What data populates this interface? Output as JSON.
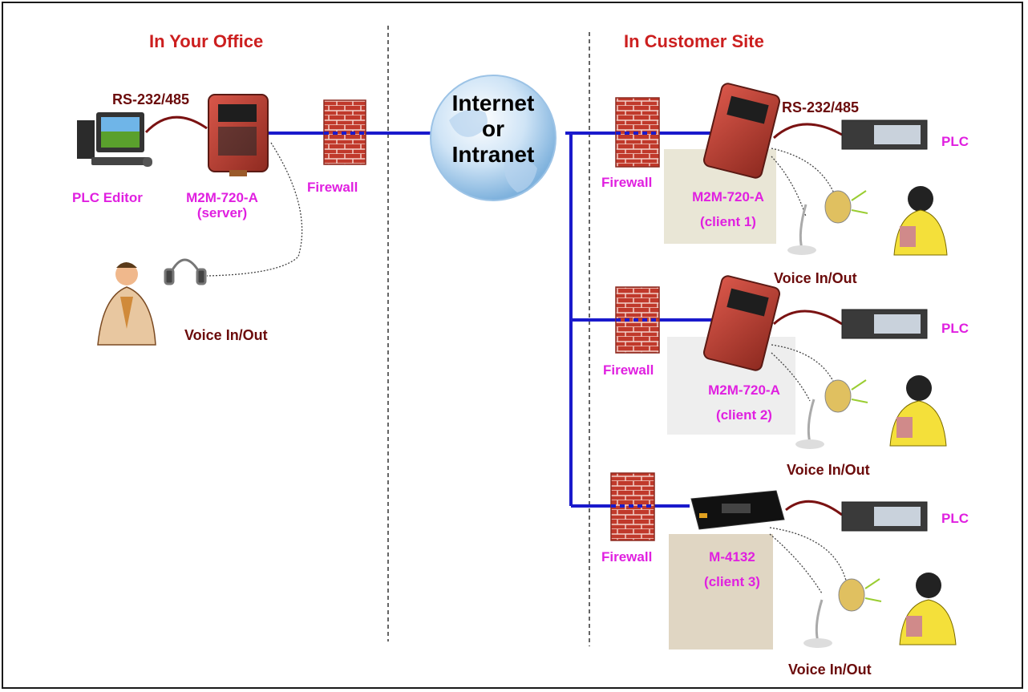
{
  "sections": {
    "office_title": "In Your Office",
    "customer_title": "In Customer Site"
  },
  "network": {
    "line1": "Internet",
    "line2": "or",
    "line3": "Intranet"
  },
  "office": {
    "serial_label": "RS-232/485",
    "pc_label": "PLC Editor",
    "device_line1": "M2M-720-A",
    "device_line2": "(server)",
    "firewall_label": "Firewall",
    "voice_label": "Voice In/Out"
  },
  "site": {
    "serial_label": "RS-232/485",
    "clients": [
      {
        "firewall_label": "Firewall",
        "device_line1": "M2M-720-A",
        "device_line2": "(client 1)",
        "plc_label": "PLC",
        "voice_label": "Voice In/Out"
      },
      {
        "firewall_label": "Firewall",
        "device_line1": "M2M-720-A",
        "device_line2": "(client 2)",
        "plc_label": "PLC",
        "voice_label": "Voice In/Out"
      },
      {
        "firewall_label": "Firewall",
        "device_line1": "M-4132",
        "device_line2": "(client 3)",
        "plc_label": "PLC",
        "voice_label": "Voice In/Out"
      }
    ]
  },
  "colors": {
    "title_red": "#cc1f1f",
    "label_magenta": "#e020e0",
    "label_dark_red": "#6b0b0b",
    "network_line_blue": "#1a1acc",
    "device_red": "#b8392c",
    "firewall_brick": "#c0392b"
  }
}
